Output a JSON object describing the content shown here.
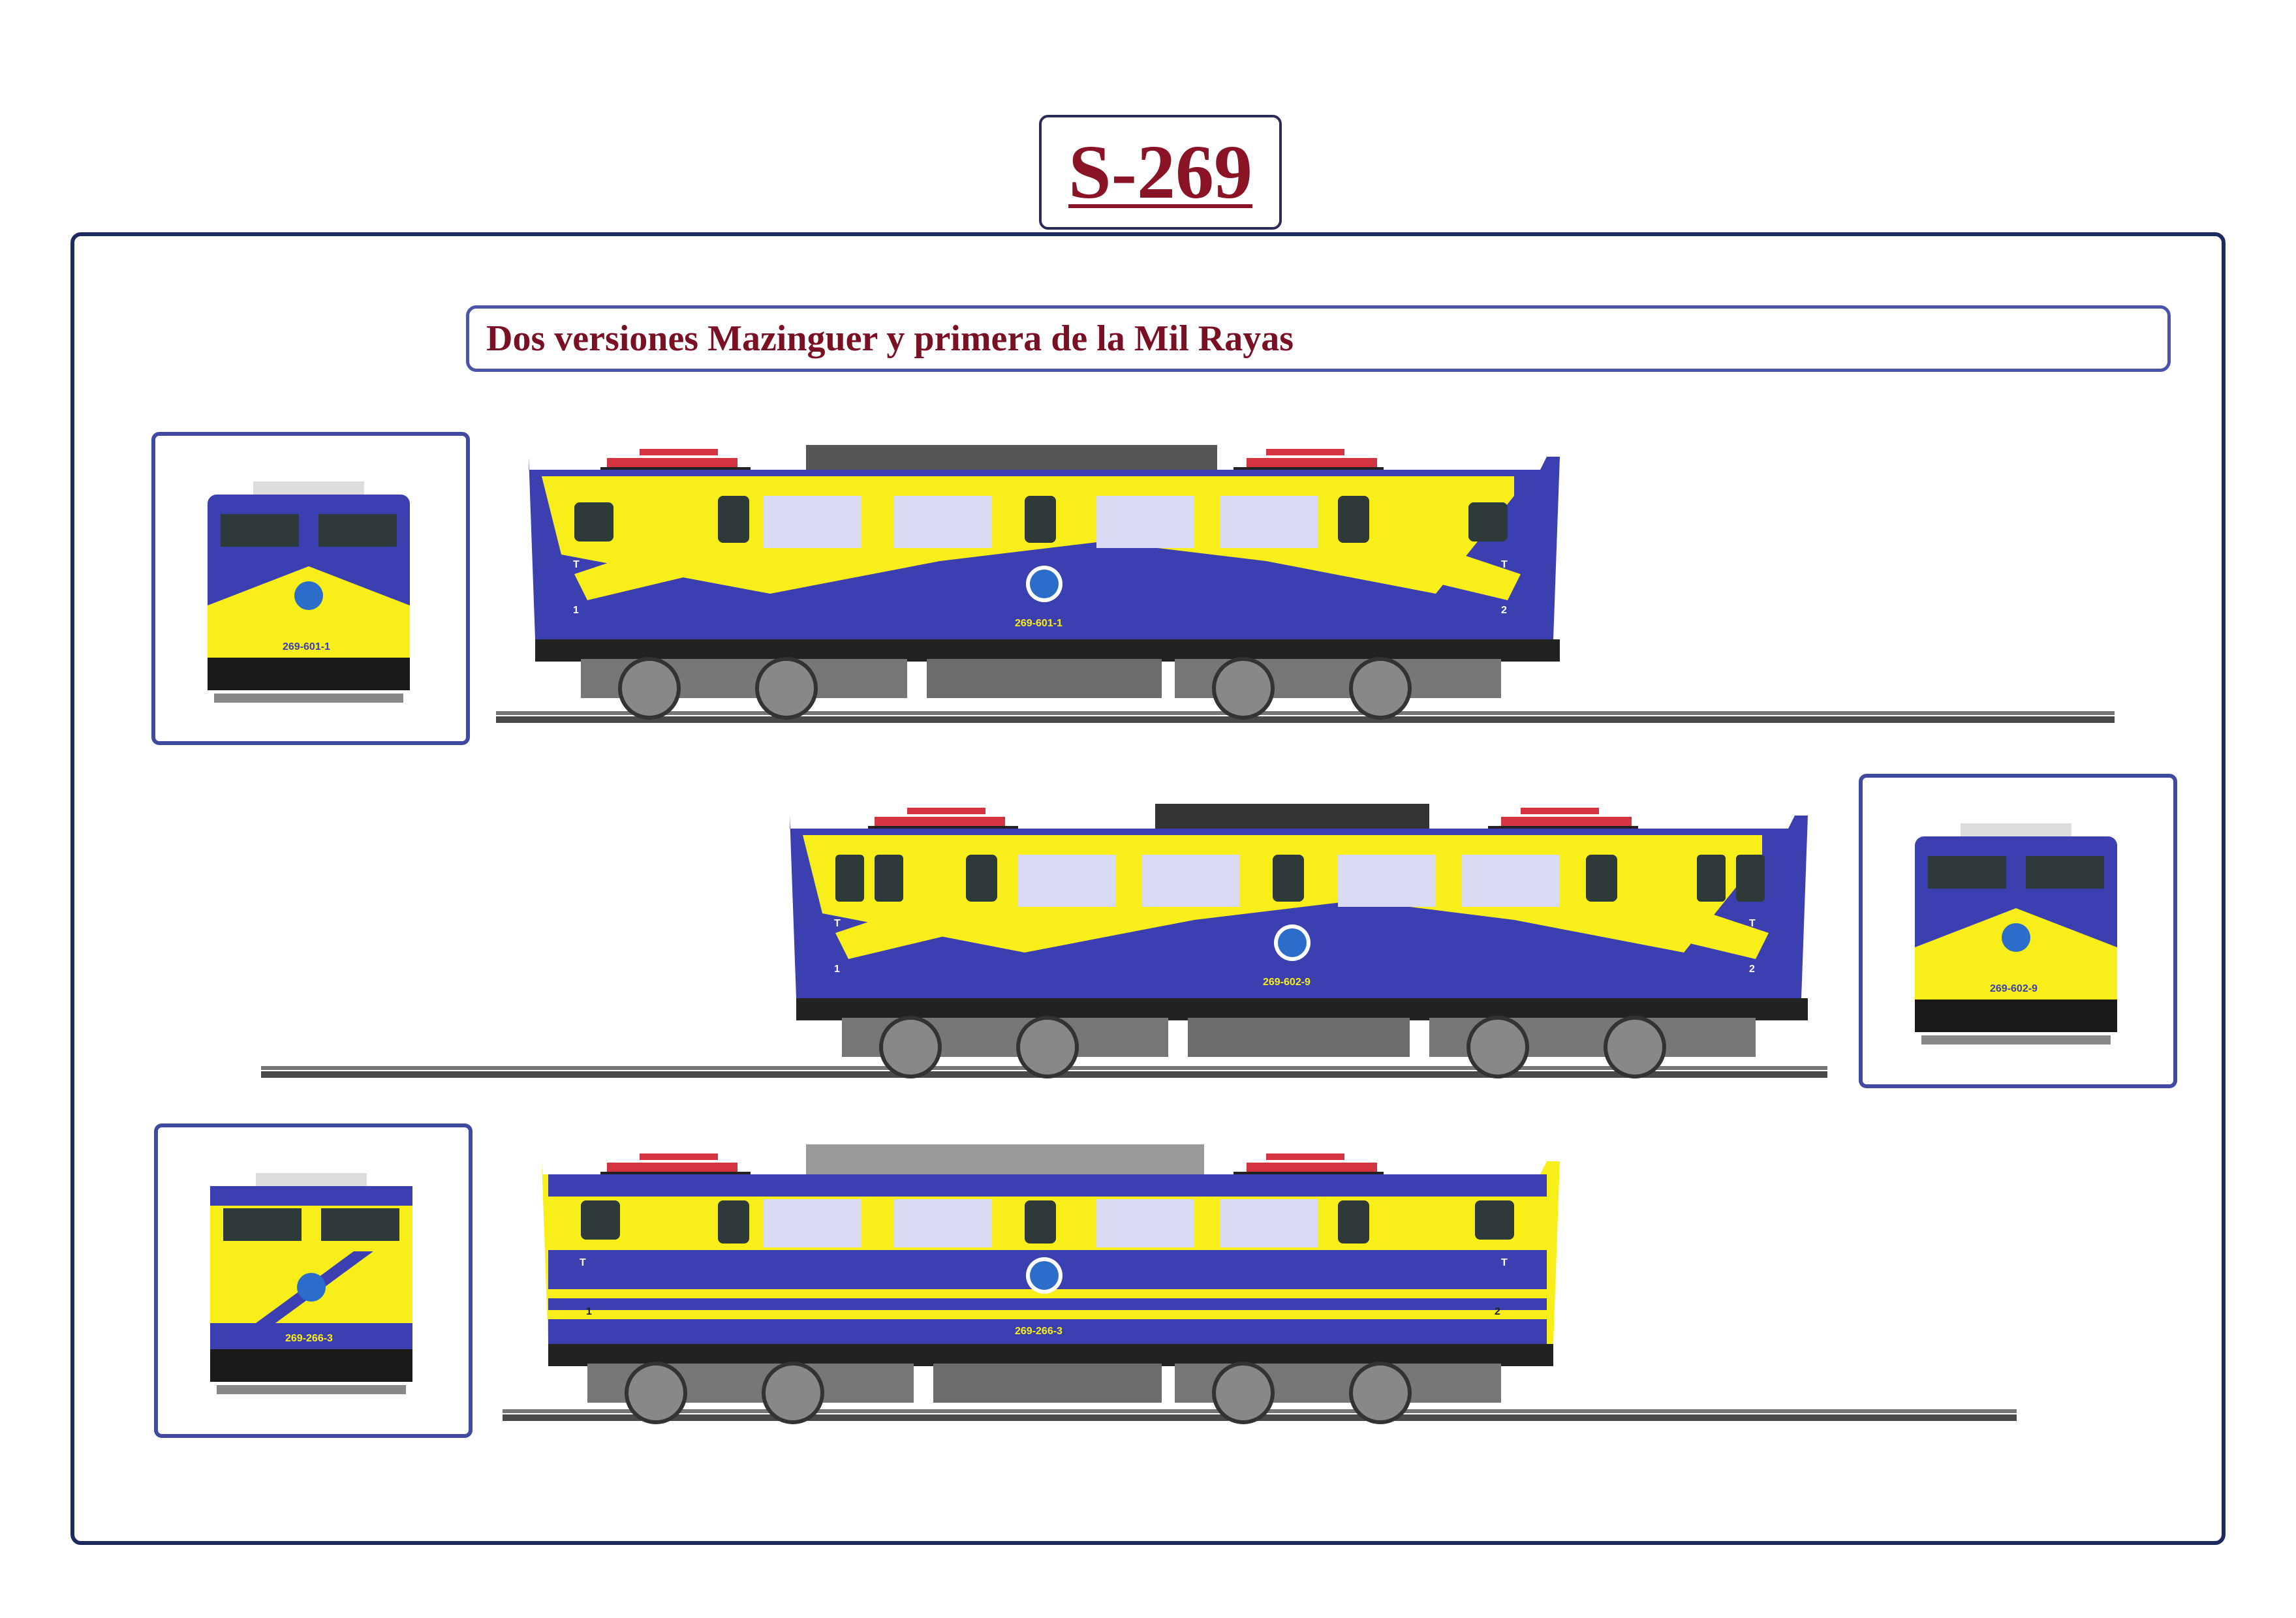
{
  "header": {
    "title": "S-269"
  },
  "subtitle": "Dos versiones Mazinguer y primera de la Mil Rayas",
  "colors": {
    "blue": "#3b3fb0",
    "yellow": "#f7ee1a",
    "red": "#d4343f",
    "title_red": "#8a1326",
    "frame": "#1d2a5e",
    "rail": "#4a4a4a"
  },
  "locomotives": [
    {
      "livery": "mazinguer",
      "number": "269-601-1",
      "cab_left": "1",
      "cab_right": "2",
      "mark": "T"
    },
    {
      "livery": "mazinguer",
      "number": "269-602-9",
      "cab_left": "1",
      "cab_right": "2",
      "mark": "T"
    },
    {
      "livery": "mil-rayas",
      "number": "269-266-3",
      "cab_left": "1",
      "cab_right": "2",
      "mark": "T"
    }
  ]
}
